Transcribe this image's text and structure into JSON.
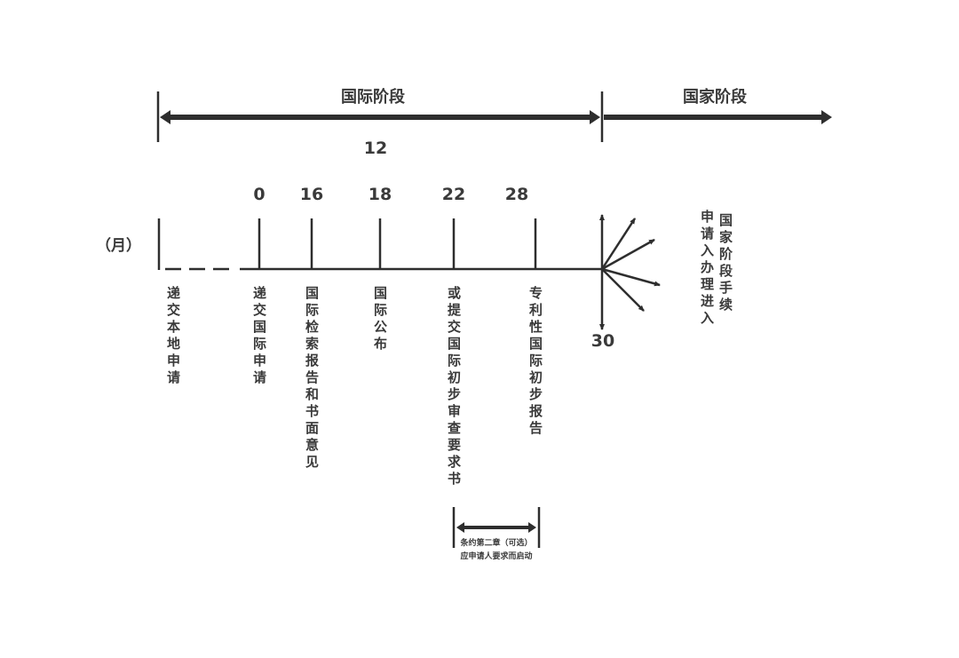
{
  "phases": {
    "international": "国际阶段",
    "national": "国家阶段",
    "international_span": "12"
  },
  "unit_label": "（月）",
  "ticks": [
    "0",
    "16",
    "18",
    "22",
    "28",
    "30"
  ],
  "events": {
    "local_filing": "递交本地申请",
    "intl_filing": "递交国际申请",
    "search_report": "国际检索报告和书面意见",
    "publication": "国际公布",
    "prelim_exam": "或提交国际初步审查要求书",
    "prelim_report": "专利性国际初步报告",
    "national_entry_a": "国家阶段手续",
    "national_entry_b": "申请入办理进入"
  },
  "chapter_note": {
    "line1": "条约第二章（可选）",
    "line2": "应申请人要求而启动"
  }
}
